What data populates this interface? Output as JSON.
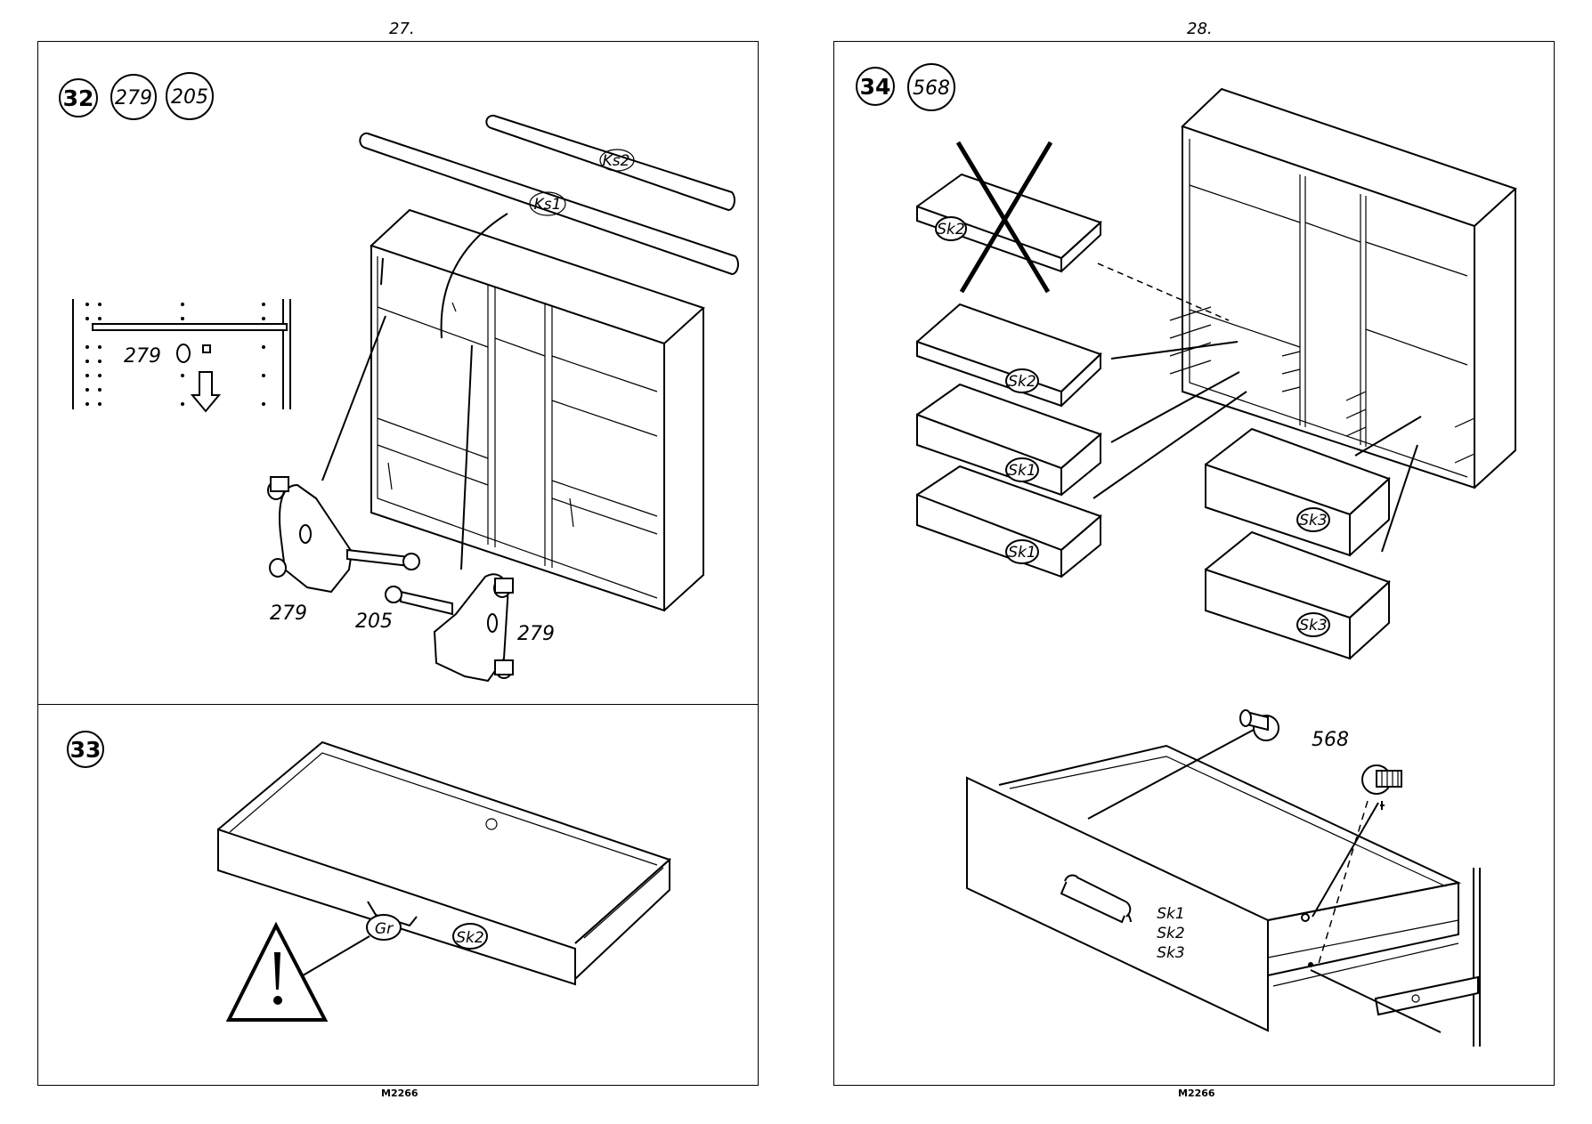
{
  "pages": {
    "left_number": "27.",
    "right_number": "28.",
    "left_code": "M2266",
    "right_code": "M2266"
  },
  "step32": {
    "step": "32",
    "parts": [
      "279",
      "205"
    ],
    "labels": {
      "ks1": "Ks1",
      "ks2": "Ks2",
      "p279a": "279",
      "p279b": "279",
      "p279c": "279",
      "p205": "205"
    }
  },
  "step33": {
    "step": "33",
    "labels": {
      "gr": "Gr",
      "sk2": "Sk2"
    }
  },
  "step34": {
    "step": "34",
    "parts": [
      "568"
    ],
    "labels": {
      "sk2_crossed": "Sk2",
      "sk2": "Sk2",
      "sk1a": "Sk1",
      "sk1b": "Sk1",
      "sk3a": "Sk3",
      "sk3b": "Sk3",
      "p568": "568",
      "list": [
        "Sk1",
        "Sk2",
        "Sk3"
      ]
    }
  },
  "icons": [
    "warning-icon",
    "screw-icon",
    "bolt-icon",
    "arrow-down-icon"
  ]
}
